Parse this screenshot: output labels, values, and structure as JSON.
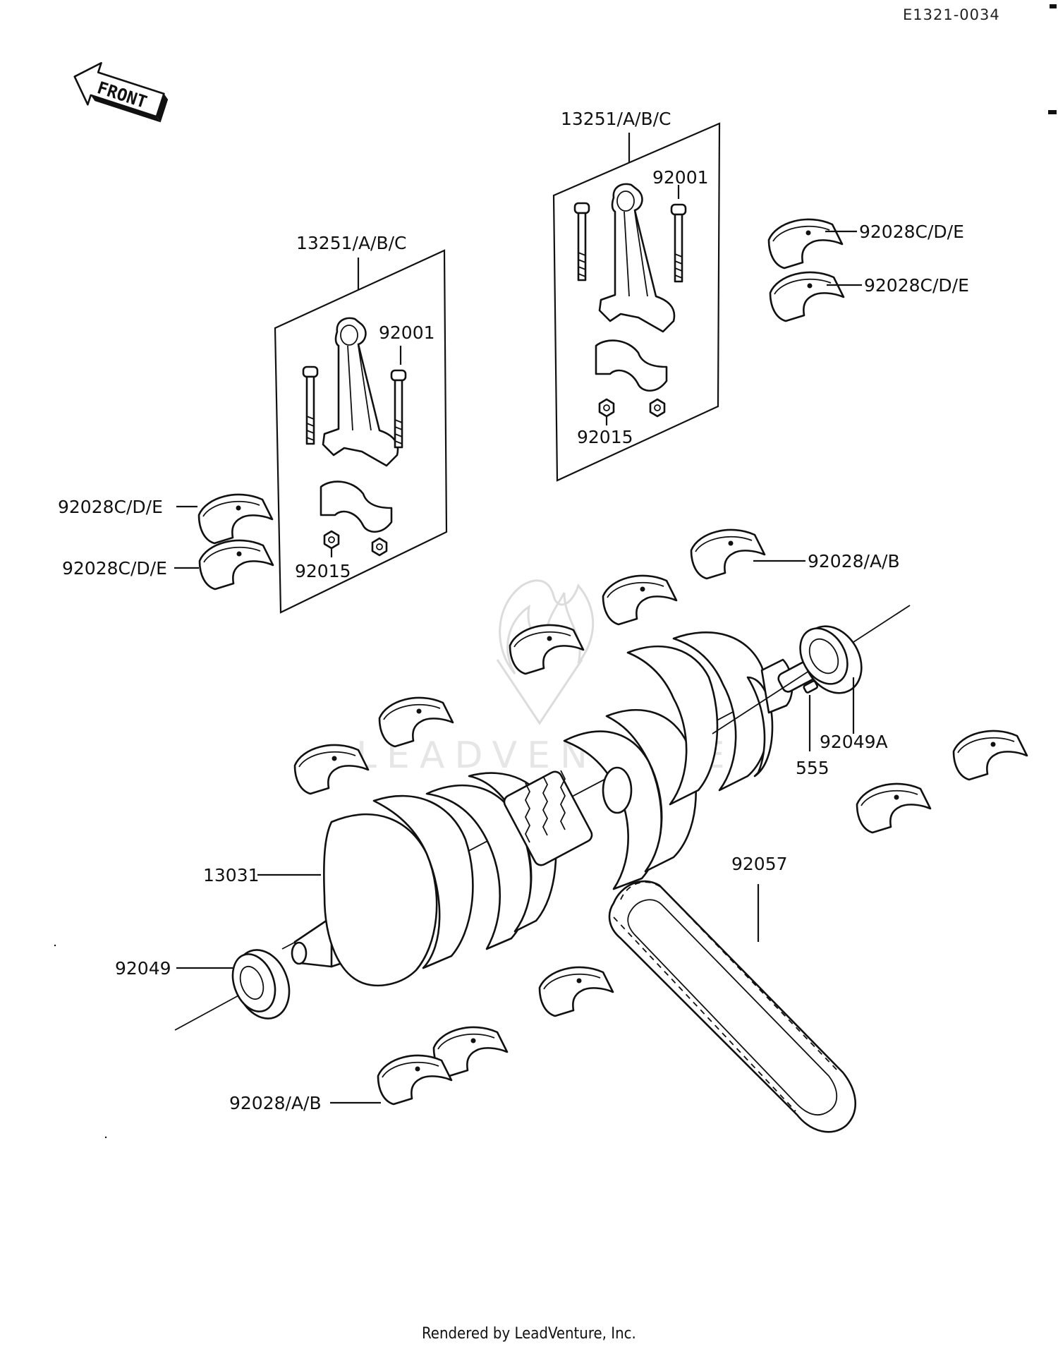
{
  "diagram_code": "E1321-0034",
  "front_label": "FRONT",
  "watermark": "LEADVENTURE",
  "footer": "Rendered by LeadVenture, Inc.",
  "labels": {
    "rod_upper": "13251/A/B/C",
    "bolt_upper": "92001",
    "nut_upper": "92015",
    "rod_left": "13251/A/B/C",
    "bolt_left": "92001",
    "nut_left": "92015",
    "bearing_tr_1": "92028C/D/E",
    "bearing_tr_2": "92028C/D/E",
    "bearing_l_1": "92028C/D/E",
    "bearing_l_2": "92028C/D/E",
    "main_bearing_upper": "92028/A/B",
    "main_bearing_lower": "92028/A/B",
    "oil_seal_right": "92049A",
    "key": "555",
    "oil_seal_left": "92049",
    "crankshaft": "13031",
    "chain": "92057"
  }
}
